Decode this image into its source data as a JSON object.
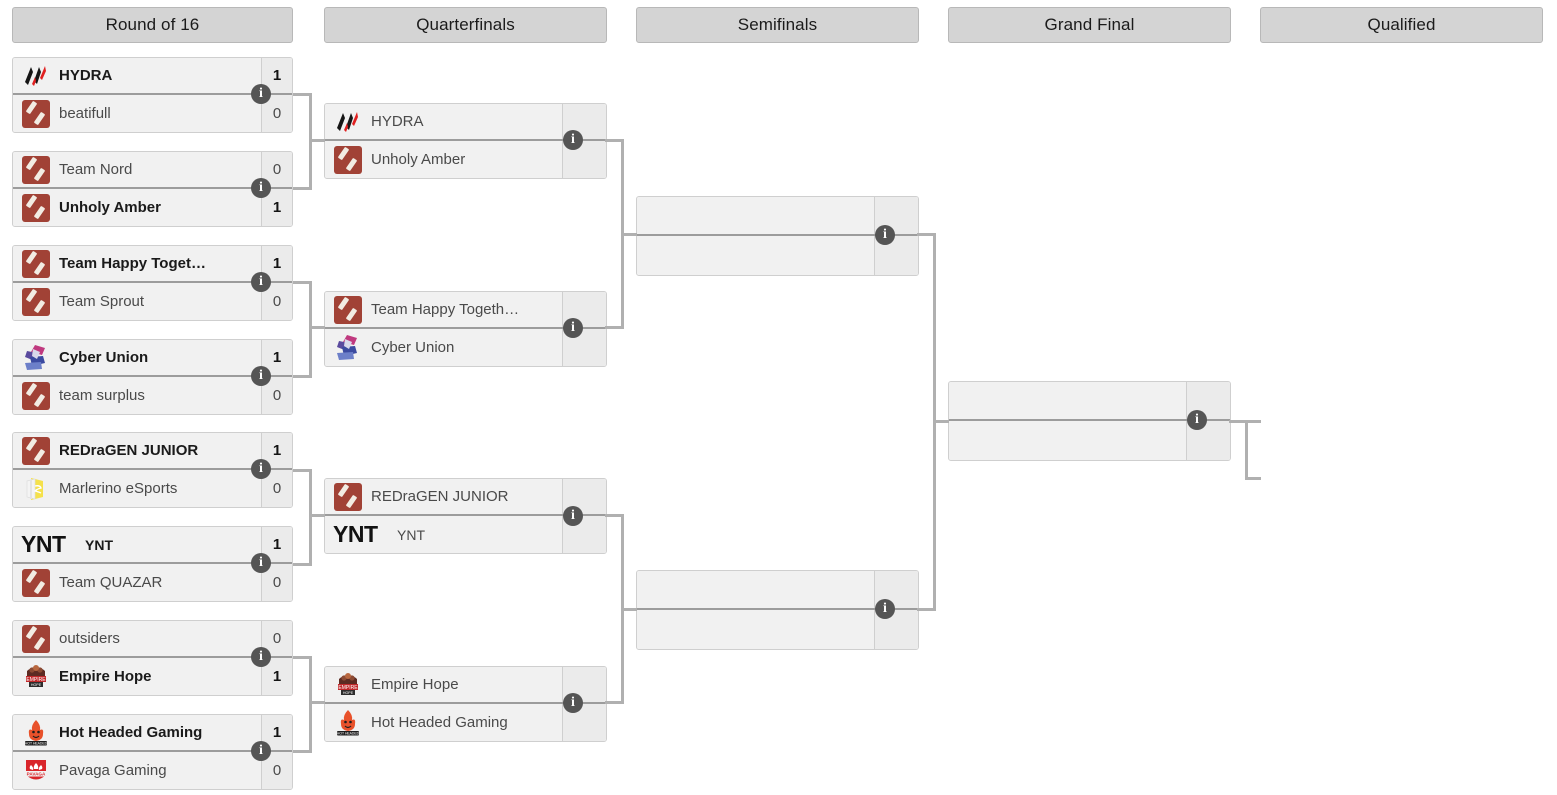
{
  "headers": [
    {
      "label": "Round of 16"
    },
    {
      "label": "Quarterfinals"
    },
    {
      "label": "Semifinals"
    },
    {
      "label": "Grand Final"
    },
    {
      "label": "Qualified"
    }
  ],
  "colors": {
    "header_bg": "#d4d4d4",
    "box_bg": "#f1f1f1",
    "score_bg": "#ebebeb",
    "border": "#cfcfcf",
    "connector": "#b0b0b0",
    "info_badge": "#555555",
    "dota_logo": "#a14236"
  },
  "info_icon_label": "i",
  "rounds": {
    "round_of_16": {
      "name": "Round of 16",
      "matches": [
        {
          "id": "r16-m1",
          "teams": [
            {
              "name": "HYDRA",
              "score": "1",
              "winner": true,
              "logo": "hydra-logo"
            },
            {
              "name": "beatifull",
              "score": "0",
              "winner": false,
              "logo": "dota-default-logo"
            }
          ]
        },
        {
          "id": "r16-m2",
          "teams": [
            {
              "name": "Team Nord",
              "score": "0",
              "winner": false,
              "logo": "dota-default-logo"
            },
            {
              "name": "Unholy Amber",
              "score": "1",
              "winner": true,
              "logo": "dota-default-logo"
            }
          ]
        },
        {
          "id": "r16-m3",
          "teams": [
            {
              "name": "Team Happy Toget…",
              "score": "1",
              "winner": true,
              "logo": "dota-default-logo"
            },
            {
              "name": "Team Sprout",
              "score": "0",
              "winner": false,
              "logo": "dota-default-logo"
            }
          ]
        },
        {
          "id": "r16-m4",
          "teams": [
            {
              "name": "Cyber Union",
              "score": "1",
              "winner": true,
              "logo": "cyber-union-logo"
            },
            {
              "name": "team surplus",
              "score": "0",
              "winner": false,
              "logo": "dota-default-logo"
            }
          ]
        },
        {
          "id": "r16-m5",
          "teams": [
            {
              "name": "REDraGEN JUNIOR",
              "score": "1",
              "winner": true,
              "logo": "dota-default-logo"
            },
            {
              "name": "Marlerino eSports",
              "score": "0",
              "winner": false,
              "logo": "marlerino-logo"
            }
          ]
        },
        {
          "id": "r16-m6",
          "teams": [
            {
              "name": "YNT",
              "score": "1",
              "winner": true,
              "logo": "ynt-logo"
            },
            {
              "name": "Team QUAZAR",
              "score": "0",
              "winner": false,
              "logo": "dota-default-logo"
            }
          ]
        },
        {
          "id": "r16-m7",
          "teams": [
            {
              "name": "outsiders",
              "score": "0",
              "winner": false,
              "logo": "dota-default-logo"
            },
            {
              "name": "Empire Hope",
              "score": "1",
              "winner": true,
              "logo": "empire-hope-logo"
            }
          ]
        },
        {
          "id": "r16-m8",
          "teams": [
            {
              "name": "Hot Headed Gaming",
              "score": "1",
              "winner": true,
              "logo": "hot-headed-logo"
            },
            {
              "name": "Pavaga Gaming",
              "score": "0",
              "winner": false,
              "logo": "pavaga-logo"
            }
          ]
        }
      ]
    },
    "quarterfinals": {
      "name": "Quarterfinals",
      "matches": [
        {
          "id": "qf-m1",
          "teams": [
            {
              "name": "HYDRA",
              "score": "",
              "winner": false,
              "logo": "hydra-logo"
            },
            {
              "name": "Unholy Amber",
              "score": "",
              "winner": false,
              "logo": "dota-default-logo"
            }
          ]
        },
        {
          "id": "qf-m2",
          "teams": [
            {
              "name": "Team Happy Togeth…",
              "score": "",
              "winner": false,
              "logo": "dota-default-logo"
            },
            {
              "name": "Cyber Union",
              "score": "",
              "winner": false,
              "logo": "cyber-union-logo"
            }
          ]
        },
        {
          "id": "qf-m3",
          "teams": [
            {
              "name": "REDraGEN JUNIOR",
              "score": "",
              "winner": false,
              "logo": "dota-default-logo"
            },
            {
              "name": "YNT",
              "score": "",
              "winner": false,
              "logo": "ynt-logo"
            }
          ]
        },
        {
          "id": "qf-m4",
          "teams": [
            {
              "name": "Empire Hope",
              "score": "",
              "winner": false,
              "logo": "empire-hope-logo"
            },
            {
              "name": "Hot Headed Gaming",
              "score": "",
              "winner": false,
              "logo": "hot-headed-logo"
            }
          ]
        }
      ]
    },
    "semifinals": {
      "name": "Semifinals",
      "matches": [
        {
          "id": "sf-m1",
          "teams": [
            {
              "name": "",
              "score": ""
            },
            {
              "name": "",
              "score": ""
            }
          ]
        },
        {
          "id": "sf-m2",
          "teams": [
            {
              "name": "",
              "score": ""
            },
            {
              "name": "",
              "score": ""
            }
          ]
        }
      ]
    },
    "grand_final": {
      "name": "Grand Final",
      "matches": [
        {
          "id": "gf-m1",
          "teams": [
            {
              "name": "",
              "score": ""
            },
            {
              "name": "",
              "score": ""
            }
          ]
        }
      ]
    },
    "qualified": {
      "name": "Qualified",
      "slots": [
        {
          "id": "q-slot-1",
          "name": ""
        },
        {
          "id": "q-slot-2",
          "name": ""
        }
      ]
    }
  }
}
